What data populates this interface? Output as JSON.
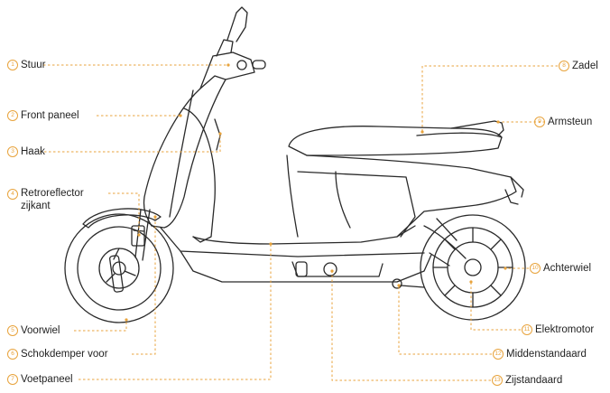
{
  "colors": {
    "accent": "#e8a33c",
    "outline": "#2a2a2a",
    "text": "#222222"
  },
  "labels": [
    {
      "n": "1",
      "text": "Stuur"
    },
    {
      "n": "2",
      "text": "Front paneel"
    },
    {
      "n": "3",
      "text": "Haak"
    },
    {
      "n": "4",
      "text": "Retroreflector\nzijkant"
    },
    {
      "n": "5",
      "text": "Voorwiel"
    },
    {
      "n": "6",
      "text": "Schokdemper voor"
    },
    {
      "n": "7",
      "text": "Voetpaneel"
    },
    {
      "n": "8",
      "text": "Zadel"
    },
    {
      "n": "9",
      "text": "Armsteun"
    },
    {
      "n": "10",
      "text": "Achterwiel"
    },
    {
      "n": "11",
      "text": "Elektromotor"
    },
    {
      "n": "12",
      "text": "Middenstandaard"
    },
    {
      "n": "13",
      "text": "Zijstandaard"
    }
  ]
}
